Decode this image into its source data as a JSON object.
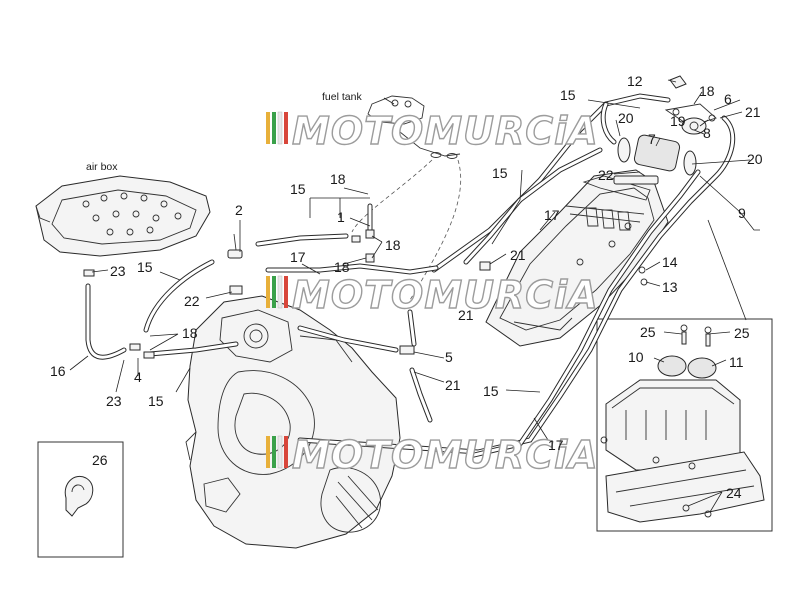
{
  "captions": {
    "fuel_tank": "fuel tank",
    "air_box": "air box"
  },
  "watermark": {
    "text": "MOTOMURCiA",
    "stripe_colors": [
      "#e8b03a",
      "#3aa14a",
      "#e8e8e8",
      "#d8463a"
    ]
  },
  "inset_label": "26",
  "callouts": {
    "c1": "1",
    "c2": "2",
    "c4": "4",
    "c5": "5",
    "c6": "6",
    "c7": "7",
    "c8": "8",
    "c9": "9",
    "c10": "10",
    "c11": "11",
    "c12": "12",
    "c13": "13",
    "c14": "14",
    "c15a": "15",
    "c15b": "15",
    "c15c": "15",
    "c15d": "15",
    "c15e": "15",
    "c15f": "15",
    "c16": "16",
    "c17a": "17",
    "c17b": "17",
    "c17c": "17",
    "c18a": "18",
    "c18b": "18",
    "c18c": "18",
    "c18d": "18",
    "c18e": "18",
    "c19": "19",
    "c20a": "20",
    "c20b": "20",
    "c21a": "21",
    "c21b": "21",
    "c21c": "21",
    "c21d": "21",
    "c22a": "22",
    "c22b": "22",
    "c23a": "23",
    "c23b": "23",
    "c24": "24",
    "c25a": "25",
    "c25b": "25"
  }
}
